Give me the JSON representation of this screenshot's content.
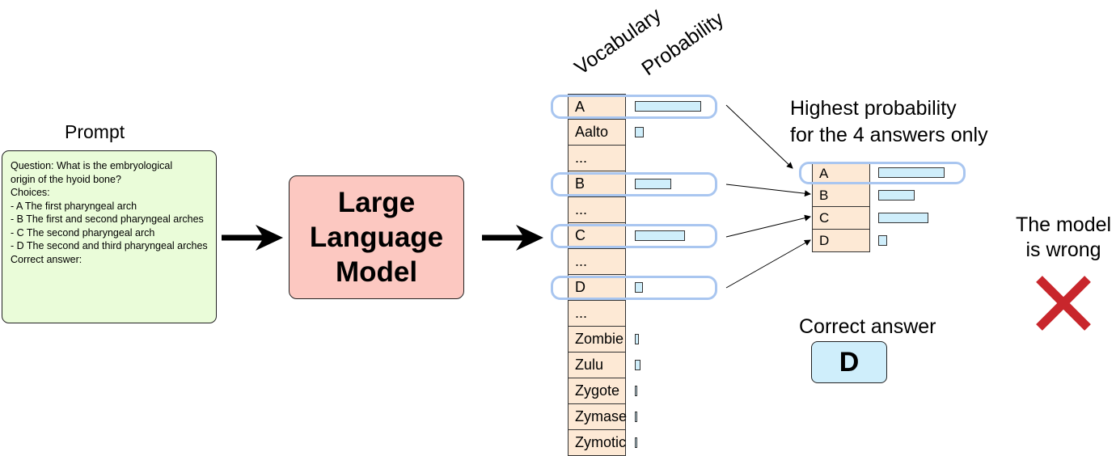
{
  "prompt": {
    "title": "Prompt",
    "lines": [
      "Question: What is the embryological",
      "origin of the hyoid bone?",
      "",
      "",
      "Choices:",
      "- A The first pharyngeal arch",
      "- B The first and second pharyngeal arches",
      "- C The second pharyngeal arch",
      "- D The second and third pharyngeal arches",
      "",
      "",
      "Correct answer:"
    ]
  },
  "model": {
    "lines": [
      "Large",
      "Language",
      "Model"
    ]
  },
  "vocabulary": {
    "header_vocab": "Vocabulary",
    "header_prob": "Probability",
    "rows": [
      {
        "token": "A",
        "prob": 0.82,
        "highlight": true
      },
      {
        "token": "Aalto",
        "prob": 0.11,
        "highlight": false
      },
      {
        "token": "...",
        "prob": null,
        "highlight": false
      },
      {
        "token": "B",
        "prob": 0.45,
        "highlight": true
      },
      {
        "token": "...",
        "prob": null,
        "highlight": false
      },
      {
        "token": "C",
        "prob": 0.62,
        "highlight": true
      },
      {
        "token": "...",
        "prob": null,
        "highlight": false
      },
      {
        "token": "D",
        "prob": 0.1,
        "highlight": true
      },
      {
        "token": "...",
        "prob": null,
        "highlight": false
      },
      {
        "token": "Zombie",
        "prob": 0.05,
        "highlight": false
      },
      {
        "token": "Zulu",
        "prob": 0.07,
        "highlight": false
      },
      {
        "token": "Zygote",
        "prob": 0.03,
        "highlight": false
      },
      {
        "token": "Zymase",
        "prob": 0.03,
        "highlight": false
      },
      {
        "token": "Zymotic",
        "prob": 0.03,
        "highlight": false
      }
    ]
  },
  "answers": {
    "title_lines": [
      "Highest probability",
      "for the 4 answers only"
    ],
    "rows": [
      {
        "token": "A",
        "prob": 0.82,
        "highlight": true
      },
      {
        "token": "B",
        "prob": 0.45,
        "highlight": false
      },
      {
        "token": "C",
        "prob": 0.62,
        "highlight": false
      },
      {
        "token": "D",
        "prob": 0.11,
        "highlight": false
      }
    ]
  },
  "correct": {
    "title": "Correct answer",
    "value": "D"
  },
  "verdict": {
    "lines": [
      "The model",
      "is wrong"
    ],
    "icon": "red-x-icon",
    "color": "#c8262c"
  },
  "colors": {
    "prompt_bg": "#eafcd9",
    "model_bg": "#fcc8c1",
    "token_bg": "#fde9d5",
    "bar_fill": "#cfeefb",
    "highlight": "#a9c6f0"
  }
}
